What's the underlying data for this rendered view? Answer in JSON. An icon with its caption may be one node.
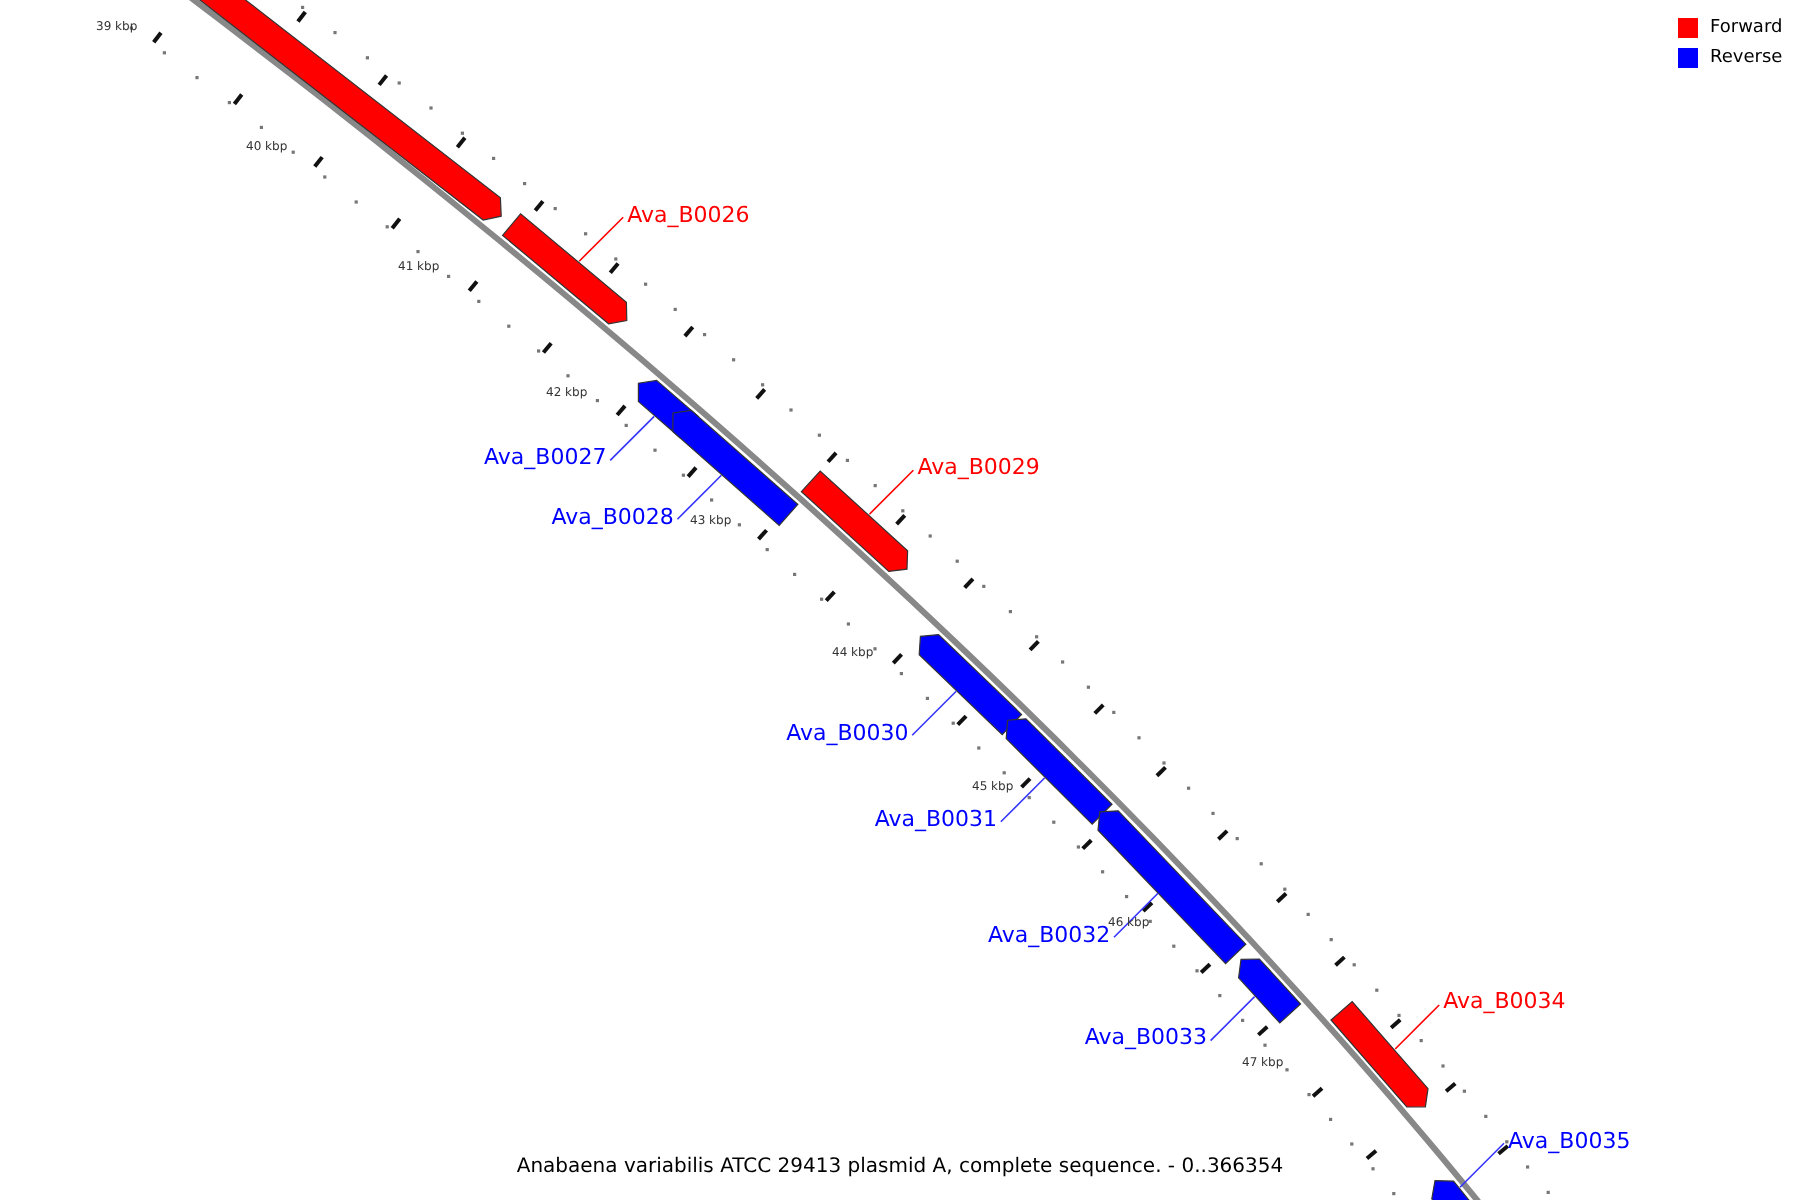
{
  "diagram": {
    "caption": "Anabaena variabilis ATCC 29413 plasmid A, complete sequence. - 0..366354",
    "nodes": [
      {
        "text": [],
        "shape": "bar"
      },
      {
        "text": [
          "Ava_B0026"
        ]
      },
      {
        "text": [],
        "shape": "bar"
      },
      {
        "text": [
          "Ava_B0027"
        ]
      },
      {
        "text": [],
        "shape": "bar"
      },
      {
        "text": [
          "Ava_B0028"
        ]
      },
      {
        "text": [],
        "shape": "bar"
      },
      {
        "text": [
          "Ava_B0029"
        ]
      },
      {
        "text": [],
        "shape": "bar"
      },
      {
        "text": [
          "Ava_B0030"
        ]
      },
      {
        "text": [],
        "shape": "bar"
      },
      {
        "text": [
          "Ava_B0031"
        ]
      },
      {
        "text": [],
        "shape": "bar"
      },
      {
        "text": [
          "Ava_B0032"
        ]
      },
      {
        "text": [],
        "shape": "bar"
      },
      {
        "text": [
          "Ava_B0033"
        ]
      },
      {
        "text": [],
        "shape": "bar"
      },
      {
        "text": [
          "Ava_B0034"
        ]
      },
      {
        "text": [],
        "shape": "bar"
      },
      {
        "text": [
          "Ava_B0035"
        ]
      },
      {
        "text": [],
        "shape": "bar"
      }
    ],
    "edges": [
      {
        "from": 1,
        "to": 2,
        "arrow": "none",
        "color": "#ff0000"
      },
      {
        "from": 3,
        "to": 4,
        "arrow": "none"
      },
      {
        "from": 5,
        "to": 6,
        "arrow": "none"
      },
      {
        "from": 7,
        "to": 8,
        "arrow": "none",
        "color": "#ff0000"
      },
      {
        "from": 9,
        "to": 10,
        "arrow": "none"
      },
      {
        "from": 11,
        "to": 12,
        "arrow": "none"
      },
      {
        "from": 13,
        "to": 14,
        "arrow": "none"
      },
      {
        "from": 15,
        "to": 16,
        "arrow": "none"
      },
      {
        "from": 17,
        "to": 18,
        "arrow": "none",
        "color": "#ff0000"
      },
      {
        "from": 19,
        "to": 20,
        "arrow": "none"
      }
    ],
    "labels": [
      "39 kbp",
      "40 kbp",
      "41 kbp",
      "42 kbp",
      "43 kbp",
      "44 kbp",
      "45 kbp",
      "46 kbp",
      "47 kbp"
    ],
    "legend": [
      {
        "text": "Forward",
        "color": "#ff0000"
      },
      {
        "text": "Reverse",
        "color": "#0000ff"
      }
    ]
  }
}
